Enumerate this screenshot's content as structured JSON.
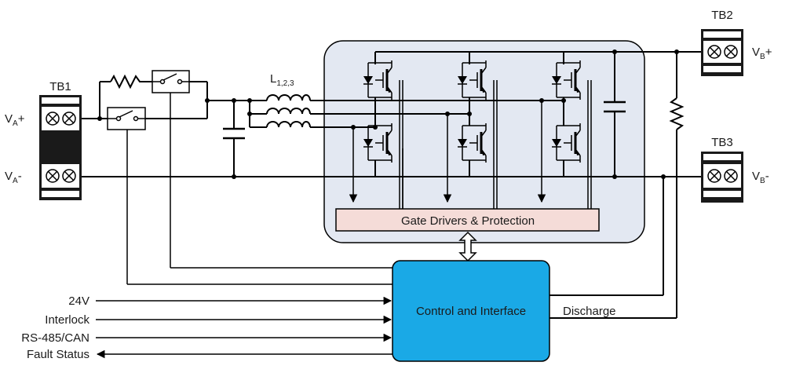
{
  "terminals": {
    "tb1": "TB1",
    "tb2": "TB2",
    "tb3": "TB3"
  },
  "nodes": {
    "va_plus": {
      "base": "V",
      "sub": "A",
      "suffix": "+"
    },
    "va_minus": {
      "base": "V",
      "sub": "A",
      "suffix": "-"
    },
    "vb_plus": {
      "base": "V",
      "sub": "B",
      "suffix": "+"
    },
    "vb_minus": {
      "base": "V",
      "sub": "B",
      "suffix": "-"
    }
  },
  "inductor": {
    "base": "L",
    "sub": "1,2,3"
  },
  "blocks": {
    "gate_drivers": "Gate Drivers & Protection",
    "control": "Control and Interface"
  },
  "signals": {
    "s24v": "24V",
    "interlock": "Interlock",
    "rs485": "RS-485/CAN",
    "fault": "Fault Status",
    "discharge": "Discharge"
  },
  "colors": {
    "module_fill": "#e3e8f2",
    "gate_fill": "#f5dcd8",
    "control_fill": "#1aa9e6",
    "terminal_fill": "#1a1a1a"
  }
}
